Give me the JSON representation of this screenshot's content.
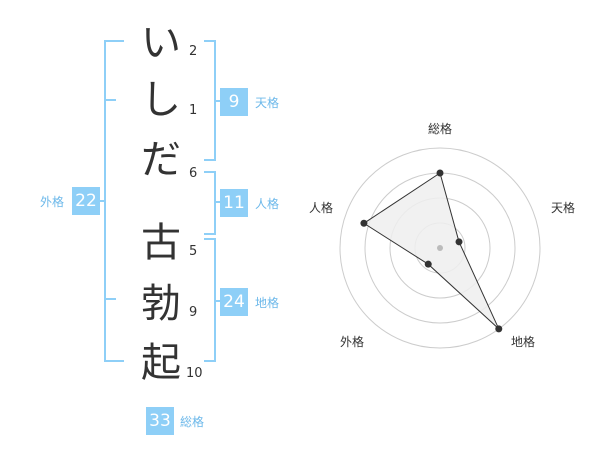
{
  "name_chars": [
    {
      "char": "い",
      "strokes": "2"
    },
    {
      "char": "し",
      "strokes": "1"
    },
    {
      "char": "だ",
      "strokes": "6"
    },
    {
      "char": "古",
      "strokes": "5"
    },
    {
      "char": "勃",
      "strokes": "9"
    },
    {
      "char": "起",
      "strokes": "10"
    }
  ],
  "fortune": {
    "tenkaku": {
      "label": "天格",
      "value": "9"
    },
    "jinkaku": {
      "label": "人格",
      "value": "11"
    },
    "chikaku": {
      "label": "地格",
      "value": "24"
    },
    "gaikaku": {
      "label": "外格",
      "value": "22"
    },
    "soukaku": {
      "label": "総格",
      "value": "33"
    }
  },
  "radar": {
    "labels": {
      "top": "総格",
      "right": "天格",
      "left": "人格",
      "bottom_right": "地格",
      "bottom_left": "外格"
    }
  },
  "chart_data": {
    "type": "radar",
    "axes": [
      "総格",
      "天格",
      "地格",
      "外格",
      "人格"
    ],
    "values": [
      0.75,
      0.2,
      1.0,
      0.2,
      0.8
    ],
    "rings": 4,
    "colors": {
      "fill": "#eeeeee",
      "line": "#333333",
      "grid": "#cccccc",
      "center": "#bbbbbb"
    }
  }
}
